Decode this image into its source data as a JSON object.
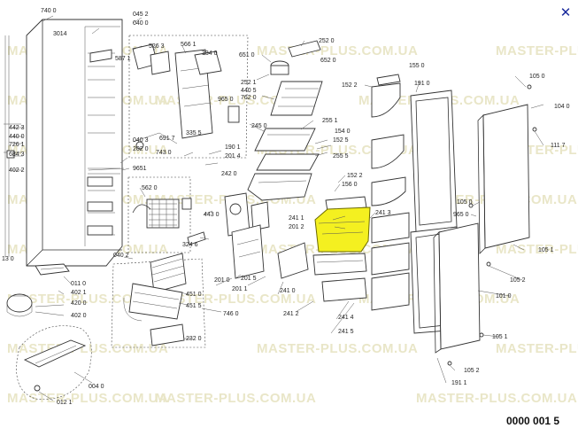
{
  "close_icon": "close-icon",
  "accent_color": "#1a2a9c",
  "highlight_color": "#f4f020",
  "watermark": "MASTER-PLUS.COM.UA",
  "document_number": "0000 001 5",
  "labels": [
    "740 0",
    "045 2",
    "040 0",
    "3014",
    "526 3",
    "566 1",
    "334 0",
    "252 0",
    "651 0",
    "652 0",
    "155 0",
    "105 0",
    "252 1",
    "440 5",
    "762 0",
    "104 0",
    "152 2",
    "191 0",
    "965 0",
    "245 0",
    "255 1",
    "154 0",
    "152 5",
    "255 5",
    "442 3",
    "440 0",
    "726 1",
    "684 3",
    "402 2",
    "587 1",
    "743 0",
    "691 7",
    "335 5",
    "040 3",
    "202 0",
    "190 1",
    "201 4",
    "111 7",
    "9651",
    "242 0",
    "152 2",
    "156 0",
    "105 0",
    "965 0",
    "562 0",
    "443 0",
    "241 1",
    "201 2",
    "241 3",
    "105 1",
    "324 6",
    "040 2",
    "011 0",
    "402 1",
    "420 0",
    "402 0",
    "201 0",
    "201 5",
    "201 1",
    "241 0",
    "241 2",
    "241 4",
    "241 5",
    "105 2",
    "101 0",
    "451 0",
    "451 5",
    "746 0",
    "232 0",
    "105 1",
    "105 2",
    "191 1",
    "004 0",
    "012 1",
    "13 0"
  ]
}
